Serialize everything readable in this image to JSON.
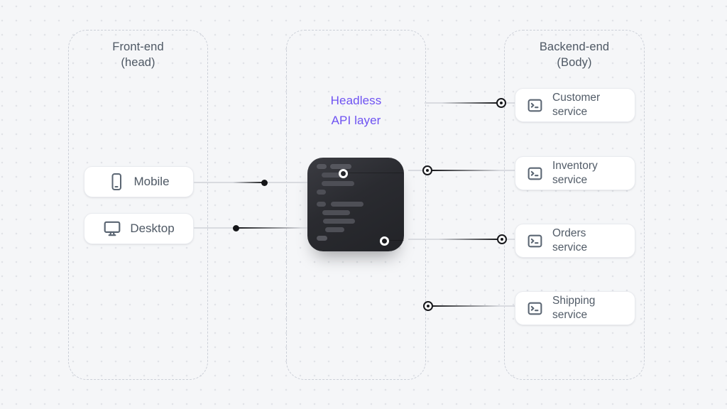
{
  "canvas": {
    "bg_color": "#f5f6f8",
    "dot_color": "#e1e3e8"
  },
  "frontend": {
    "title_line1": "Front-end",
    "title_line2": "(head)",
    "items": [
      {
        "label": "Mobile",
        "icon": "smartphone-icon"
      },
      {
        "label": "Desktop",
        "icon": "monitor-icon"
      }
    ]
  },
  "api_layer": {
    "label_line1": "Headless",
    "label_line2": "API layer",
    "accent_color": "#6e52f2"
  },
  "backend": {
    "title_line1": "Backend-end",
    "title_line2": "(Body)",
    "services": [
      {
        "label": "Customer service",
        "icon": "terminal-icon"
      },
      {
        "label": "Inventory service",
        "icon": "terminal-icon"
      },
      {
        "label": "Orders service",
        "icon": "terminal-icon"
      },
      {
        "label": "Shipping service",
        "icon": "terminal-icon"
      }
    ]
  },
  "colors": {
    "text": "#4e5864",
    "line_dark": "#17181c",
    "line_light": "#d9dbe0",
    "card_border": "#e9ebef",
    "code_block_bg": "#2a2b30"
  }
}
